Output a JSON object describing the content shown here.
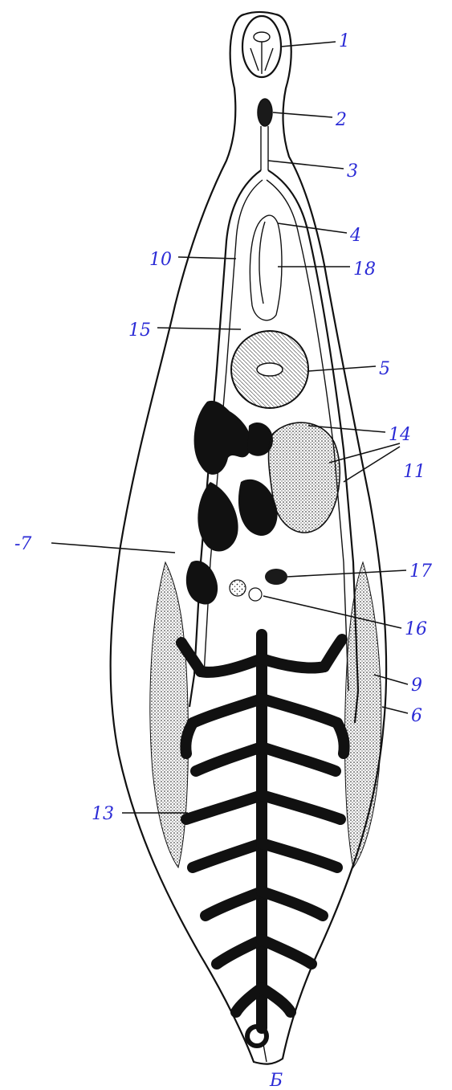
{
  "figure": {
    "labels": {
      "l1": "1",
      "l2": "2",
      "l3": "3",
      "l4": "4",
      "l5": "5",
      "l6": "6",
      "l7": "-7",
      "l9": "9",
      "l10": "10",
      "l11": "11",
      "l13": "13",
      "l14": "14",
      "l15": "15",
      "l16": "16",
      "l17": "17",
      "l18": "18",
      "bottom": "Б"
    },
    "colors": {
      "label": "#2b2bd6",
      "ink": "#111111",
      "paper": "#ffffff"
    }
  }
}
